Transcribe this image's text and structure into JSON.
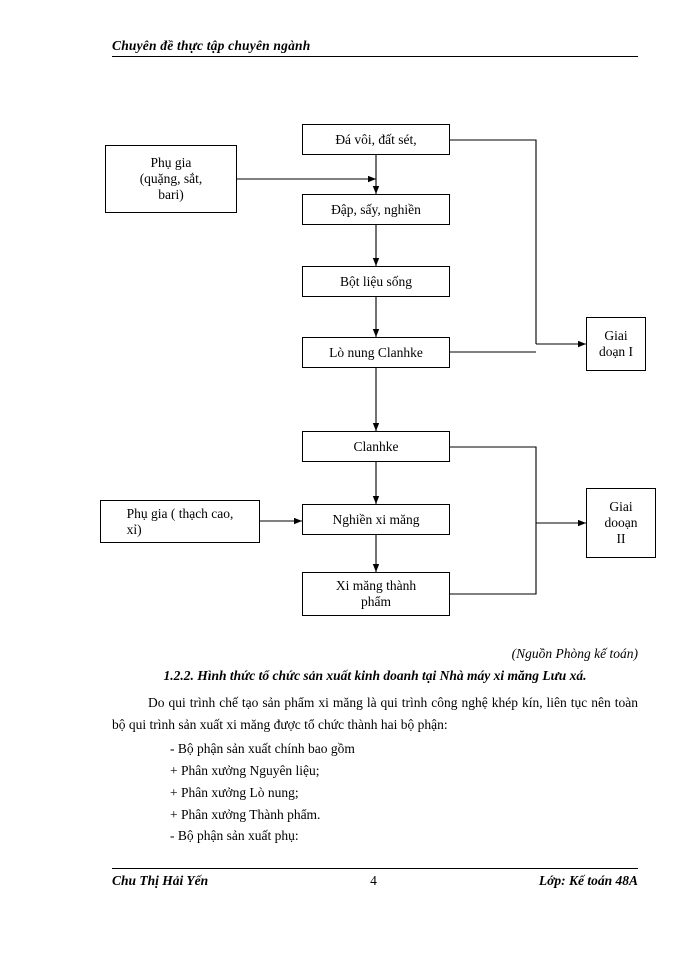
{
  "header": {
    "title": "Chuyên  đề thực tập chuyên ngành"
  },
  "flowchart": {
    "nodes": {
      "limestone": "Đá vôi, đất sét,",
      "additive_1": "Phụ gia\n(quặng, sắt,\nbari)",
      "crushing": "Đập, sấy, nghiền",
      "raw_meal": "Bột liệu  sống",
      "kiln": "Lò nung Clanhke",
      "clinker": "Clanhke",
      "cement_grinding": "Nghiền  xi măng",
      "additive_2": "Phụ gia ( thạch cao,\nxỉ)",
      "finished_cement": "Xi măng thành\nphẩm",
      "stage_1": "Giai\ndoạn I",
      "stage_2": "Giai\ndooạn\nII"
    }
  },
  "source_note": "(Nguồn Phòng kế toán)",
  "section": {
    "heading": "1.2.2. Hình  thức tổ chức sản xuất kinh doanh tại Nhà máy xi măng Lưu xá."
  },
  "body": {
    "paragraph": "Do qui trình chế tạo sản phẩm  xi măng là qui trình công nghệ khép kín, liên tục nên toàn bộ qui trình sản xuất xi măng được tổ chức thành hai bộ phận:",
    "list": [
      "- Bộ phận sản xuất chính bao gồm",
      "+ Phân xưởng Nguyên  liệu;",
      "+ Phân xưởng Lò nung;",
      "+ Phân xưởng Thành  phẩm.",
      "- Bộ phận sản xuất phụ:"
    ]
  },
  "footer": {
    "author": "Chu  Thị Hải Yến",
    "page_number": "4",
    "class": "Lớp: Kế toán 48A"
  }
}
